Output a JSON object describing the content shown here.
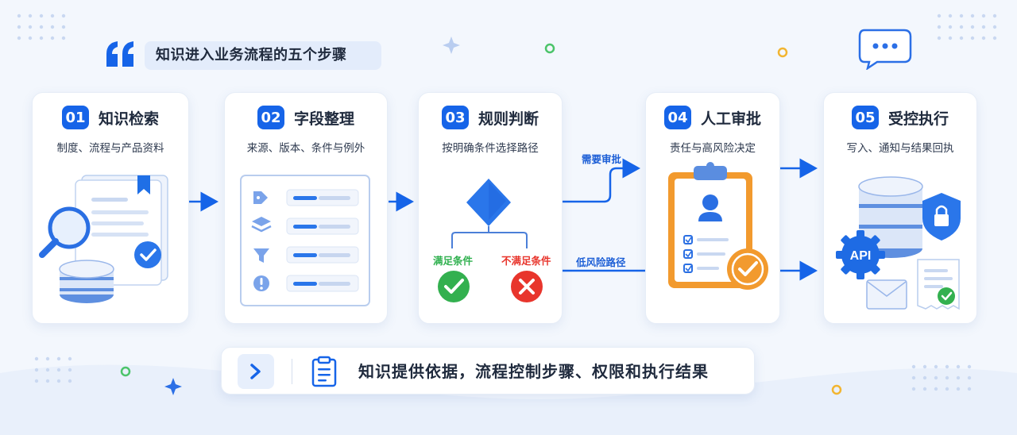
{
  "header": {
    "title": "知识进入业务流程的五个步骤",
    "quote_icon": "quote-mark-icon"
  },
  "steps": [
    {
      "num": "01",
      "title": "知识检索",
      "subtitle": "制度、流程与产品资料",
      "icon": "document-search-database-icon"
    },
    {
      "num": "02",
      "title": "字段整理",
      "subtitle": "来源、版本、条件与例外",
      "icon": "field-list-icon"
    },
    {
      "num": "03",
      "title": "规则判断",
      "subtitle": "按明确条件选择路径",
      "icon": "decision-flow-icon"
    },
    {
      "num": "04",
      "title": "人工审批",
      "subtitle": "责任与高风险决定",
      "icon": "approval-clipboard-icon"
    },
    {
      "num": "05",
      "title": "受控执行",
      "subtitle": "写入、通知与结果回执",
      "icon": "execution-api-icon"
    }
  ],
  "decision": {
    "met_label": "满足条件",
    "unmet_label": "不满足条件"
  },
  "paths": {
    "approval_label": "需要审批",
    "low_risk_label": "低风险路径"
  },
  "footer": {
    "text": "知识提供依据，流程控制步骤、权限和执行结果",
    "chevron_icon": "chevron-right-icon",
    "clipboard_icon": "clipboard-icon"
  },
  "colors": {
    "primary": "#1664e8",
    "success": "#2fb04e",
    "danger": "#e8352c",
    "orange": "#f29a2e"
  }
}
